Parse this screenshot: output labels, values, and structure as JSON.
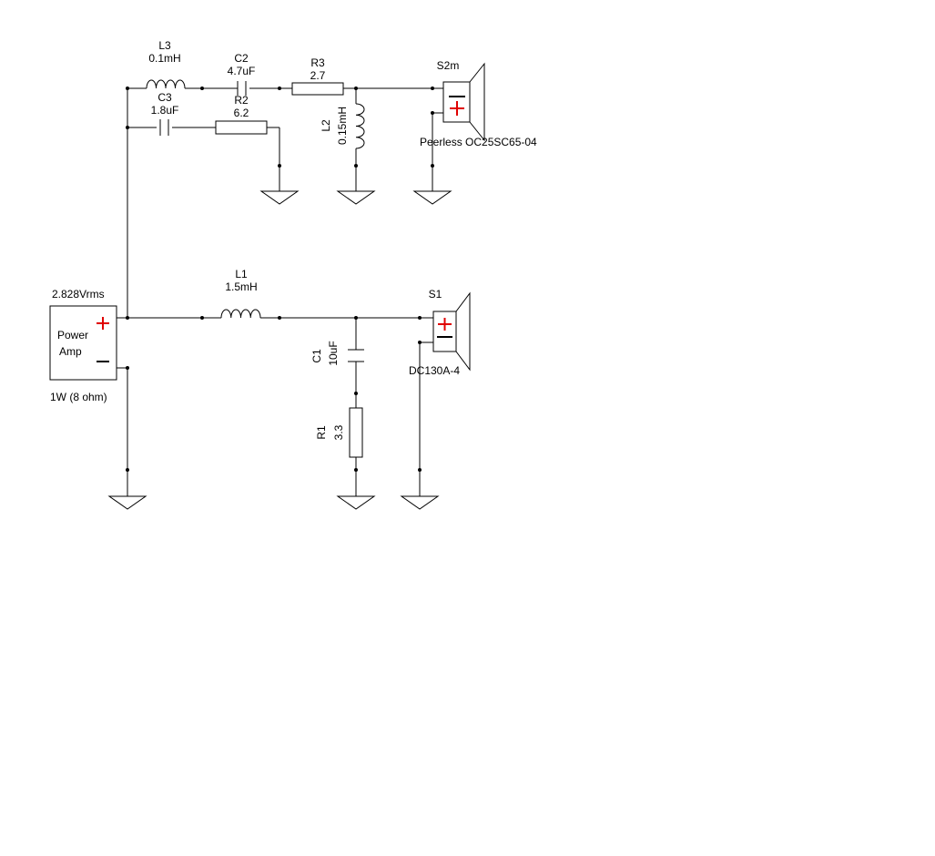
{
  "amp": {
    "voltage": "2.828Vrms",
    "name_line1": "Power",
    "name_line2": "Amp",
    "power": "1W (8 ohm)"
  },
  "components": {
    "L3": {
      "ref": "L3",
      "value": "0.1mH"
    },
    "C2": {
      "ref": "C2",
      "value": "4.7uF"
    },
    "R3": {
      "ref": "R3",
      "value": "2.7"
    },
    "C3": {
      "ref": "C3",
      "value": "1.8uF"
    },
    "R2": {
      "ref": "R2",
      "value": "6.2"
    },
    "L2": {
      "ref": "L2",
      "value": "0.15mH"
    },
    "L1": {
      "ref": "L1",
      "value": "1.5mH"
    },
    "C1": {
      "ref": "C1",
      "value": "10uF"
    },
    "R1": {
      "ref": "R1",
      "value": "3.3"
    }
  },
  "speakers": {
    "S2m": {
      "ref": "S2m",
      "model": "Peerless OC25SC65-04"
    },
    "S1": {
      "ref": "S1",
      "model": "DC130A-4"
    }
  },
  "colors": {
    "wire": "#000000",
    "polarity_plus": "#e00000"
  }
}
